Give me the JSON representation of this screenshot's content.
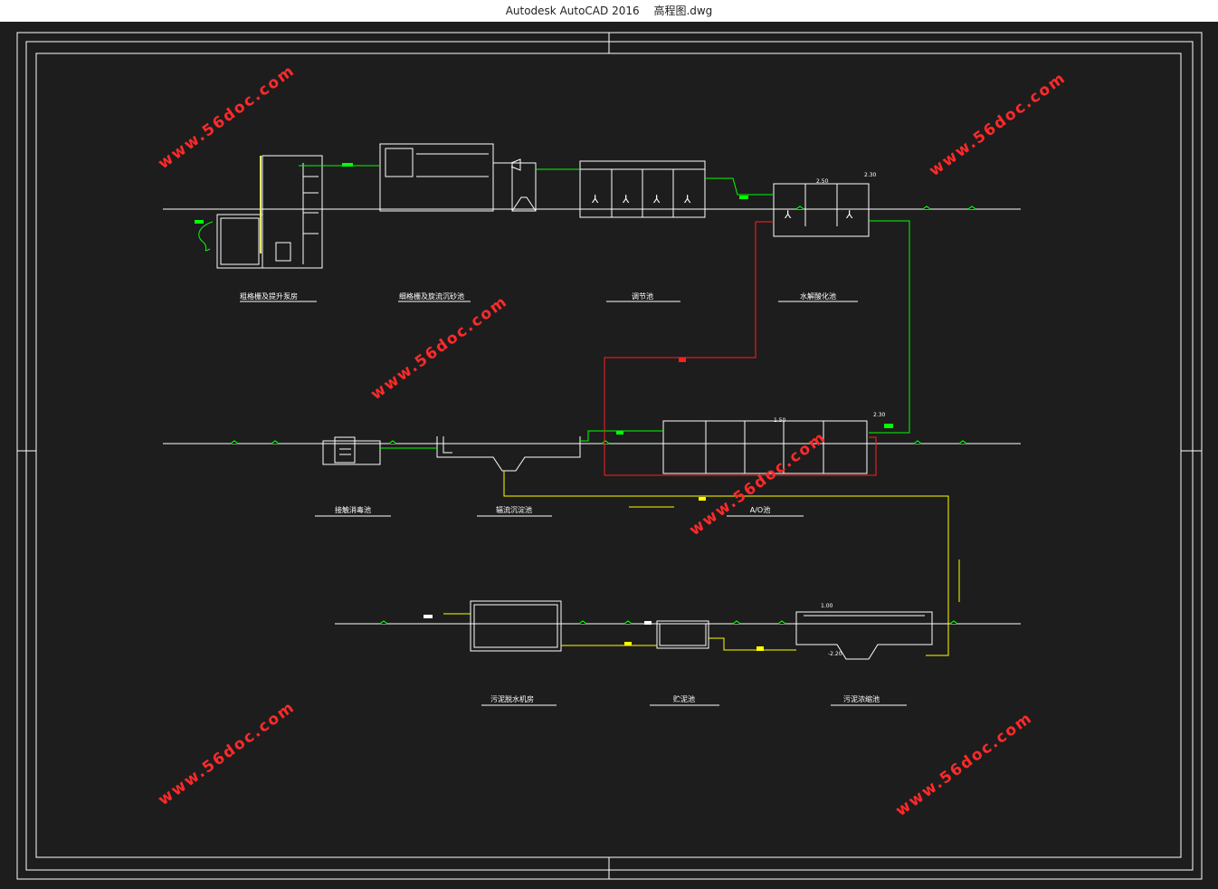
{
  "window": {
    "app_name": "Autodesk AutoCAD 2016",
    "file_name": "高程图.dwg"
  },
  "drawing": {
    "watermark": "www.56doc.com",
    "row1_labels": [
      "粗格栅及提升泵房",
      "细格栅及旋流沉砂池",
      "调节池",
      "水解酸化池"
    ],
    "row2_labels": [
      "接触消毒池",
      "辐流沉淀池",
      "A/O池"
    ],
    "row3_labels": [
      "污泥脱水机房",
      "贮泥池",
      "污泥浓缩池"
    ],
    "elevations": [
      "2.50",
      "2.30",
      "1.50",
      "2.30",
      "1.00",
      "-2.20"
    ],
    "colors": {
      "frame": "#ffffff",
      "water_line": "#00ff00",
      "sludge_line": "#ffff00",
      "return_line": "#ff0000",
      "pipe_yellow": "#e8e86a",
      "watermark": "#ff2a2a"
    }
  }
}
